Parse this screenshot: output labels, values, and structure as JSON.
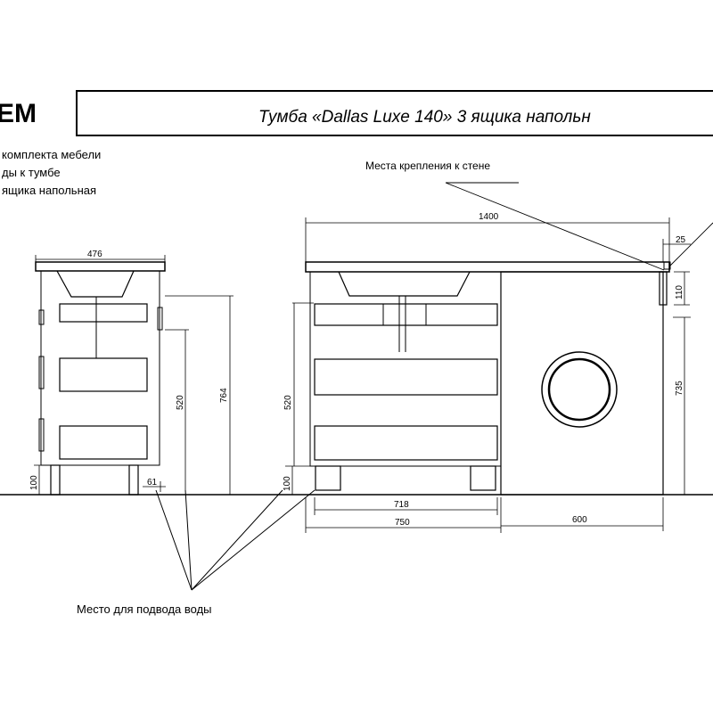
{
  "header": {
    "logo": "EM",
    "title": "Тумба «Dallas Luxe 140» 3 ящика напольн"
  },
  "notes": [
    "комплекта мебели",
    "ды к тумбе",
    "ящика напольная"
  ],
  "labels": {
    "wall_mounts": "Места крепления к стене",
    "water_supply": "Место для подвода воды"
  },
  "dimensions": {
    "side_width": "476",
    "side_inner_height": "520",
    "side_total_height": "764",
    "side_leg_height": "100",
    "side_offset": "61",
    "front_total_width": "1400",
    "front_inner_height": "520",
    "front_leg_height": "100",
    "front_module_inner": "718",
    "front_module_outer": "750",
    "front_side_width": "600",
    "wall_offset": "25",
    "wall_mount_height": "110",
    "right_height": "735"
  },
  "colors": {
    "line": "#000000",
    "background": "#ffffff"
  }
}
